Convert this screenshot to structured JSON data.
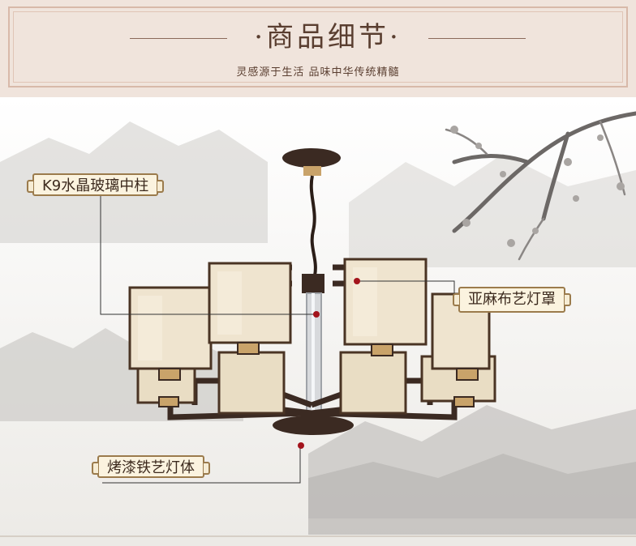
{
  "header": {
    "title": "·商品细节·",
    "subtitle": "灵感源于生活 品味中华传统精髓"
  },
  "callouts": [
    {
      "id": "k9",
      "label": "K9水晶玻璃中柱"
    },
    {
      "id": "linen",
      "label": "亚麻布艺灯罩"
    },
    {
      "id": "iron",
      "label": "烤漆铁艺灯体"
    }
  ],
  "colors": {
    "header_bg": "#f0e4dc",
    "title_text": "#5a3e30",
    "label_border": "#9b7b4c",
    "label_bg": "#fbf3df",
    "pin_red": "#a3141c",
    "lamp_metal": "#3b2a22",
    "shade_fabric": "#efe4cf"
  }
}
